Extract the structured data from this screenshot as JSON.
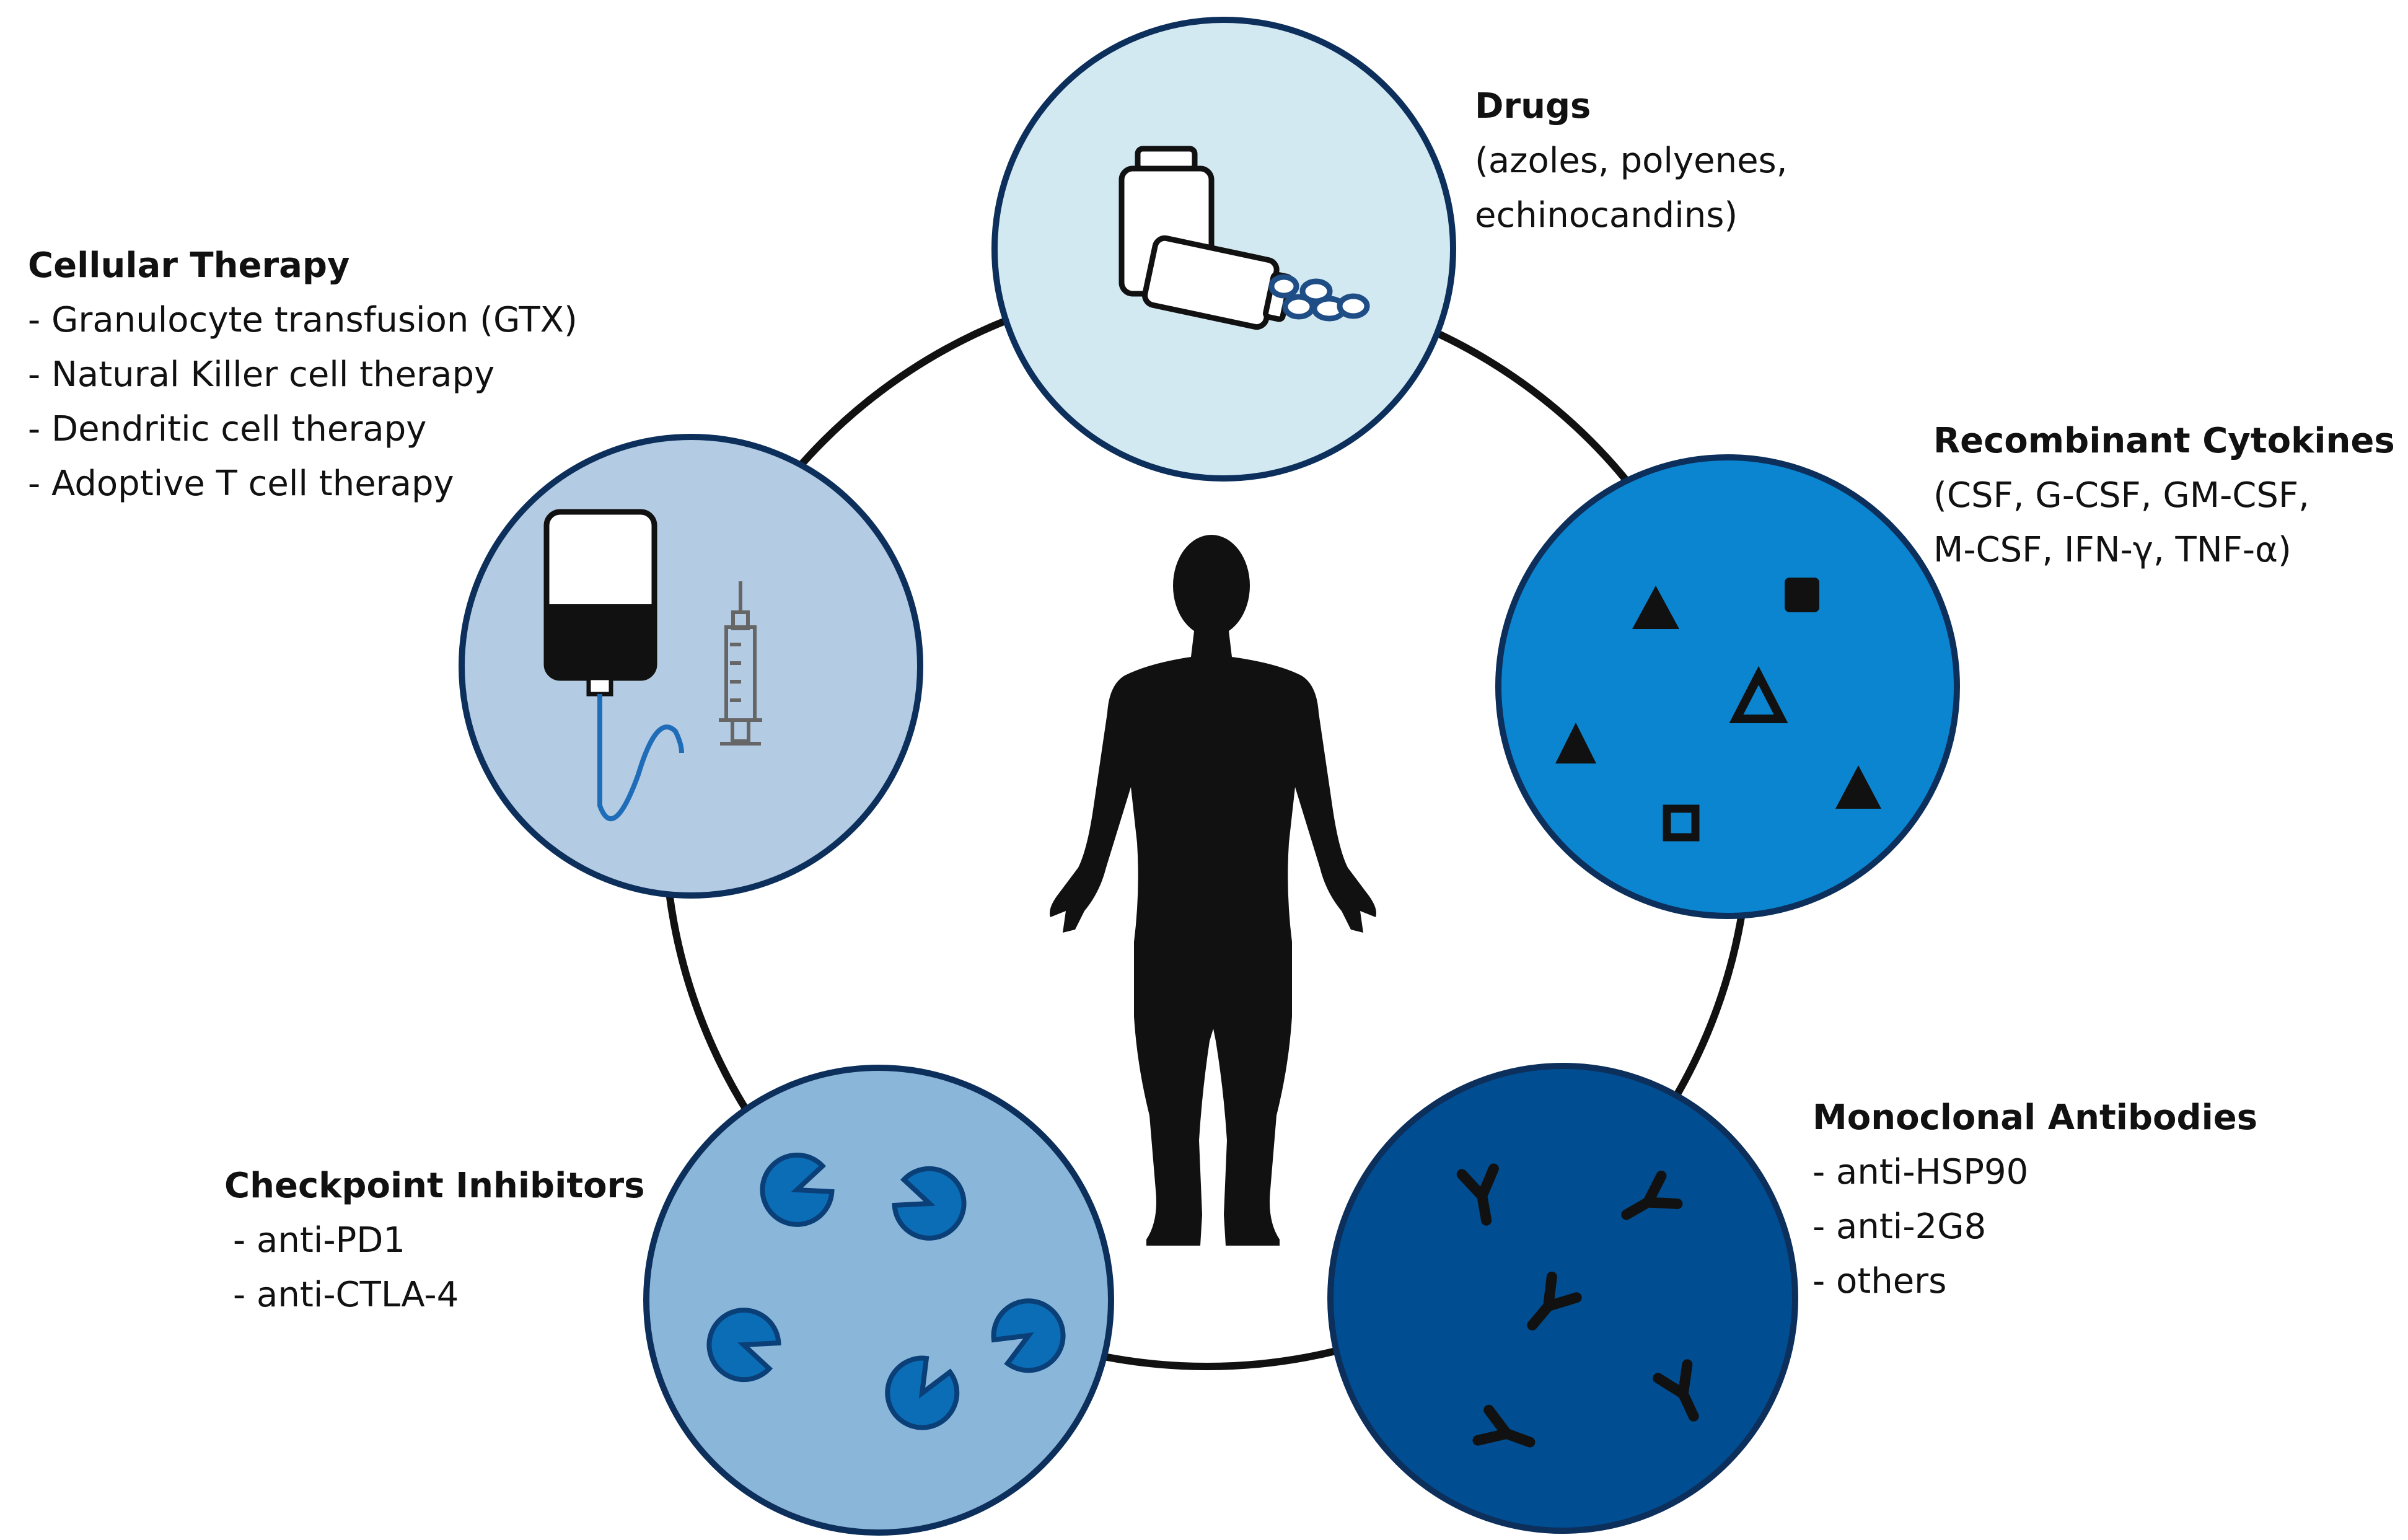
{
  "nodes": {
    "drugs": {
      "title": "Drugs",
      "lines": [
        "(azoles, polyenes,",
        "echinocandins)"
      ],
      "fill": "#d3e9f2"
    },
    "cytokines": {
      "title": "Recombinant Cytokines",
      "lines": [
        "(CSF, G-CSF, GM-CSF,",
        "M-CSF, IFN-γ, TNF-α)"
      ],
      "fill": "#0b85d0"
    },
    "antibodies": {
      "title": "Monoclonal Antibodies",
      "lines": [
        "- anti-HSP90",
        "- anti-2G8",
        "- others"
      ],
      "fill": "#004e91"
    },
    "checkpoint": {
      "title": "Checkpoint Inhibitors",
      "lines": [
        "- anti-PD1",
        "- anti-CTLA-4"
      ],
      "fill": "#8ab6d9"
    },
    "cellular": {
      "title": "Cellular Therapy",
      "lines": [
        "- Granulocyte transfusion (GTX)",
        "- Natural Killer cell therapy",
        "- Dendritic cell therapy",
        "- Adoptive T cell therapy"
      ],
      "fill": "#b4cce3"
    }
  },
  "icons": {
    "drugs": "pill-bottles-icon",
    "cytokines": "cytokine-shapes-icon",
    "antibodies": "antibody-icon",
    "checkpoint": "checkpoint-inhibitor-icon",
    "cellular": "iv-bag-syringe-icon",
    "center": "human-figure-icon"
  },
  "colors": {
    "outline": "#0c2f5c",
    "ring": "#111111",
    "icon_dark": "#111111",
    "icon_blue": "#0b6db6"
  }
}
